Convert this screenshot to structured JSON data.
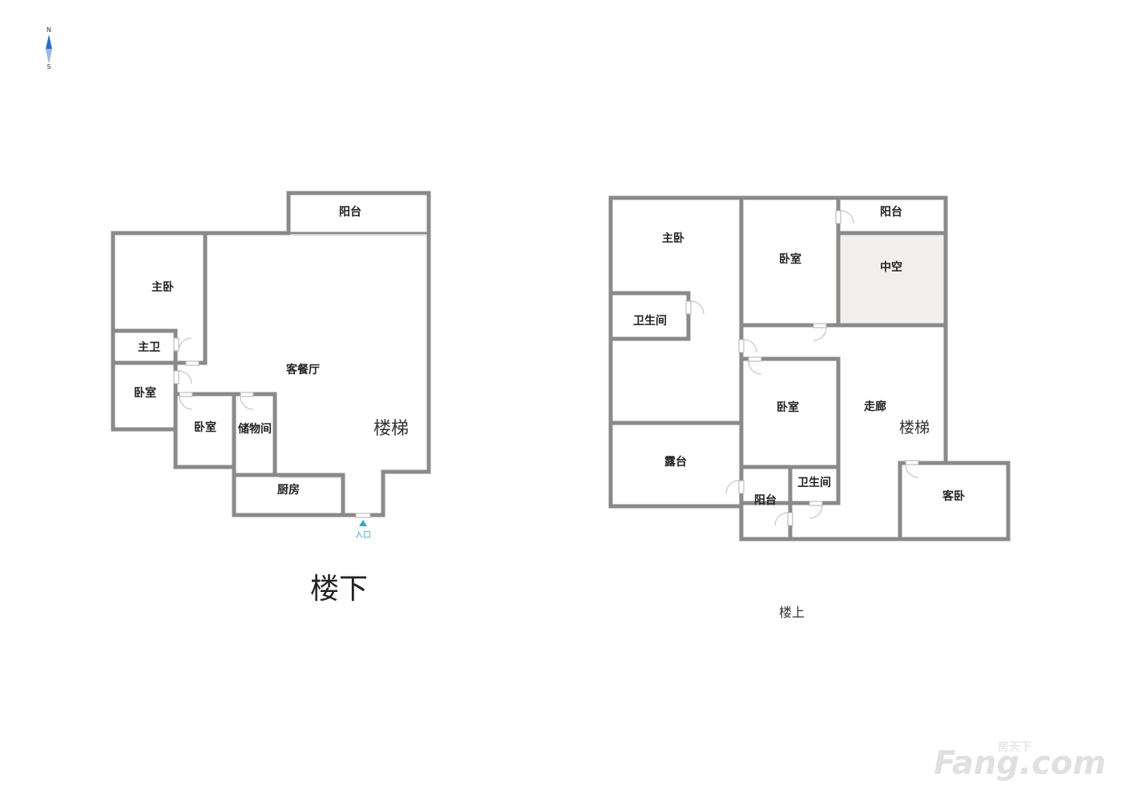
{
  "compass": {
    "north": "N",
    "south": "S"
  },
  "downstairs": {
    "title": "楼下",
    "entrance": "入口",
    "rooms": {
      "balcony": "阳台",
      "master_bedroom": "主卧",
      "master_bath": "主卫",
      "bedroom_left": "卧室",
      "bedroom_middle": "卧室",
      "storage": "储物间",
      "living_dining": "客餐厅",
      "stairs": "楼梯",
      "kitchen": "厨房"
    }
  },
  "upstairs": {
    "title": "楼上",
    "rooms": {
      "master_bedroom": "主卧",
      "bathroom_left": "卫生间",
      "terrace": "露台",
      "bedroom_top": "卧室",
      "balcony_top": "阳台",
      "void": "中空",
      "bedroom_center": "卧室",
      "corridor": "走廊",
      "stairs": "楼梯",
      "bathroom_small": "卫生间",
      "balcony_bottom": "阳台",
      "guest_bedroom": "客卧"
    }
  },
  "watermark": {
    "brand": "Fang.com",
    "cn": "房天下"
  },
  "colors": {
    "wall": "#8a8a8a",
    "void_fill": "#f1f0ec",
    "entrance": "#3aa3c9",
    "compass": "#2a6bd1"
  }
}
